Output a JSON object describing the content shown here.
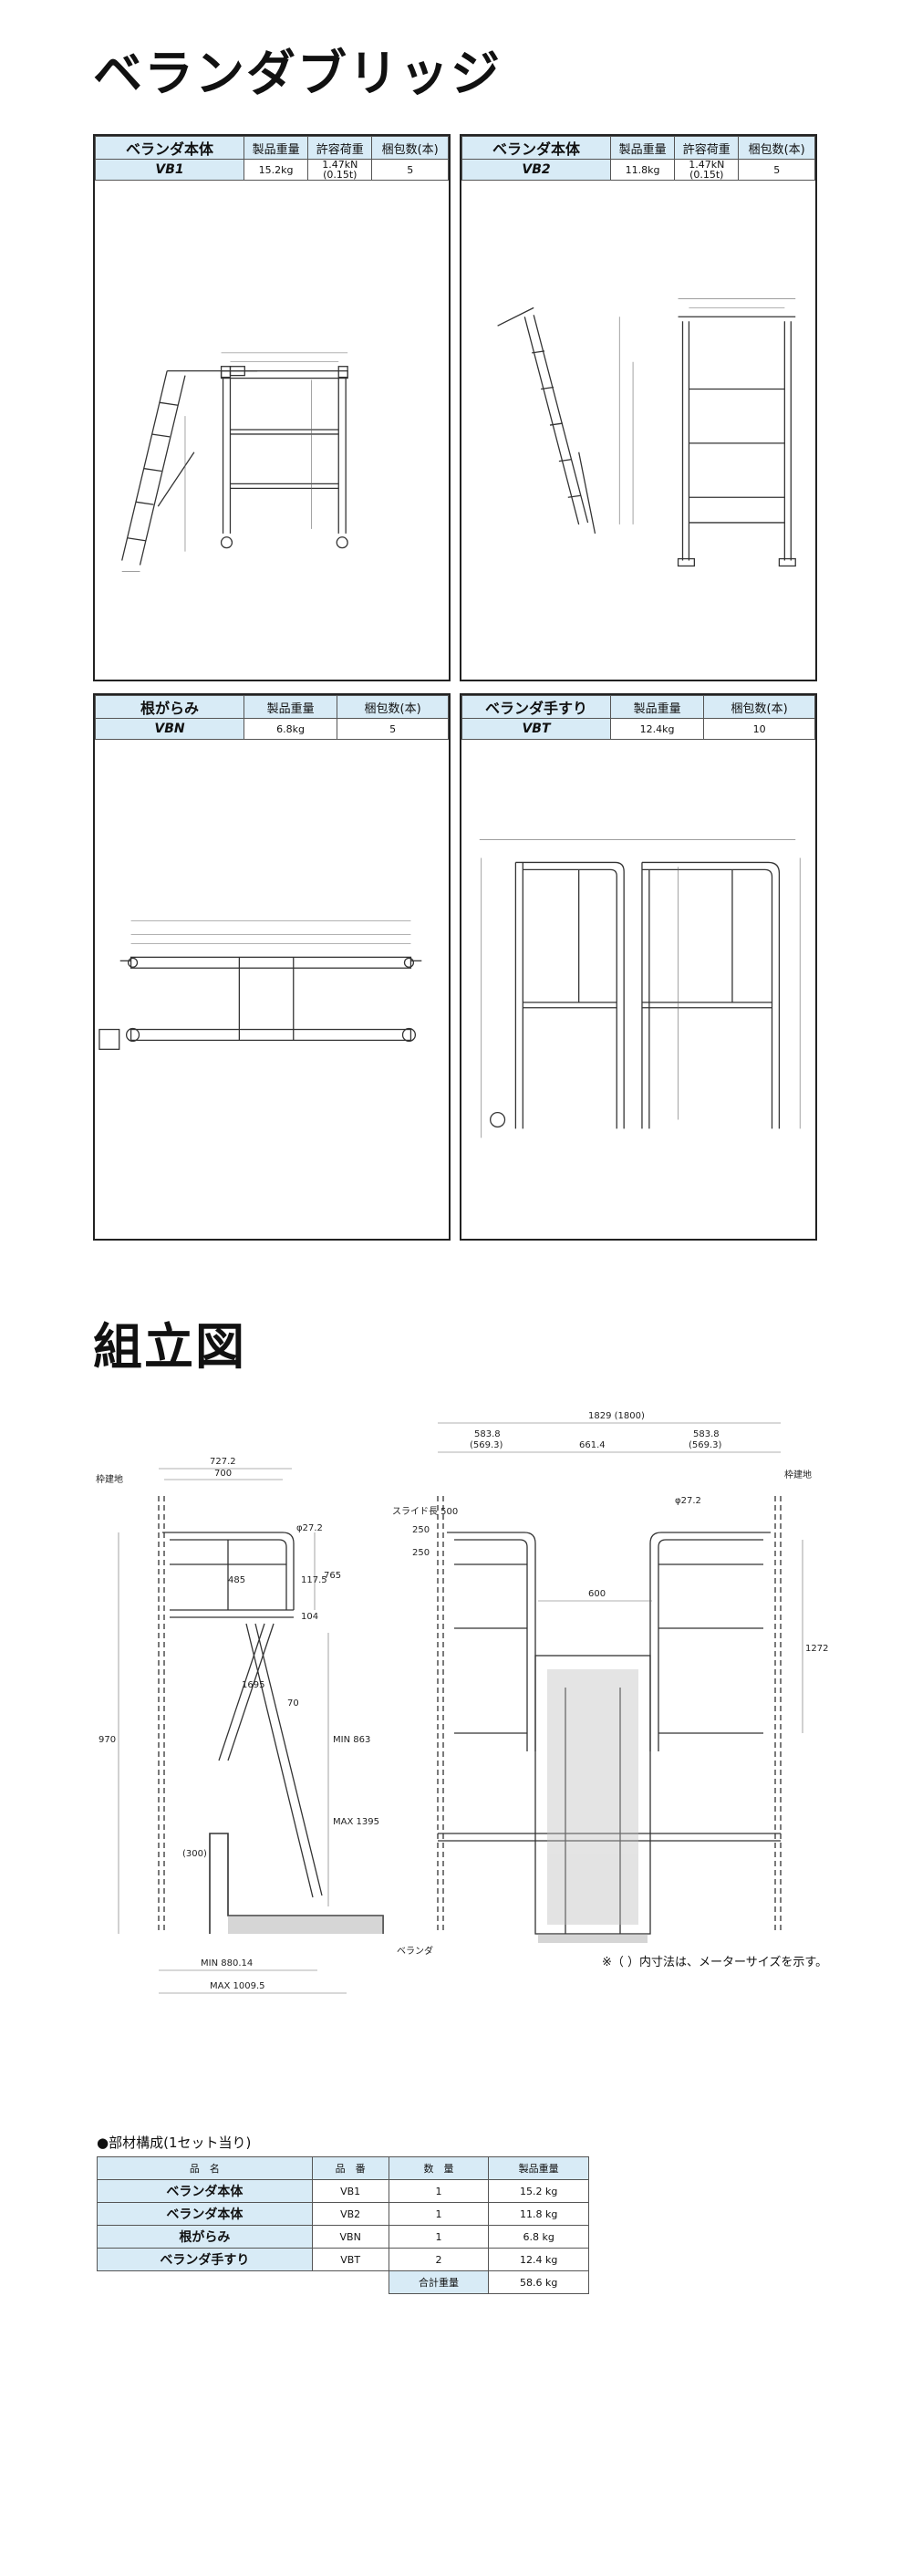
{
  "page_title": "ベランダブリッジ",
  "spec_headers": {
    "weight": "製品重量",
    "load": "許容荷重",
    "bundle": "梱包数(本)"
  },
  "panels": [
    {
      "name": "ベランダ本体",
      "code": "VB1",
      "weight": "15.2kg",
      "load": "1.47kN\n(0.15t)",
      "bundle": "5"
    },
    {
      "name": "ベランダ本体",
      "code": "VB2",
      "weight": "11.8kg",
      "load": "1.47kN\n(0.15t)",
      "bundle": "5"
    },
    {
      "name": "根がらみ",
      "code": "VBN",
      "weight": "6.8kg",
      "load": "",
      "bundle": "5"
    },
    {
      "name": "ベランダ手すり",
      "code": "VBT",
      "weight": "12.4kg",
      "load": "",
      "bundle": "10"
    }
  ],
  "assembly": {
    "title": "組立図",
    "labels": {
      "scaffold_left": "枠建地",
      "scaffold_right": "枠建地",
      "veranda": "ベランダ",
      "d727": "727.2",
      "d700": "700",
      "pipe": "φ27.2",
      "d485": "485",
      "d117": "117.5",
      "d104": "104",
      "d765": "765",
      "d970": "970",
      "d300": "(300)",
      "d70": "70",
      "d1695": "1695",
      "min863": "MIN 863",
      "max1395": "MAX 1395",
      "min880": "MIN 880.14",
      "max1009": "MAX 1009.5",
      "d1829": "1829 (1800)",
      "d583a": "583.8",
      "d569a": "(569.3)",
      "d661": "661.4",
      "d583b": "583.8",
      "d569b": "(569.3)",
      "pipe2": "φ27.2",
      "slide": "スライド長 500",
      "d250a": "250",
      "d250b": "250",
      "d600": "600",
      "d1272": "1272"
    },
    "note": "※（ ）内寸法は、メーターサイズを示す。"
  },
  "parts_table": {
    "title": "●部材構成(1セット当り)",
    "headers": [
      "品　名",
      "品　番",
      "数　量",
      "製品重量"
    ],
    "rows": [
      [
        "ベランダ本体",
        "VB1",
        "1",
        "15.2 kg"
      ],
      [
        "ベランダ本体",
        "VB2",
        "1",
        "11.8 kg"
      ],
      [
        "根がらみ",
        "VBN",
        "1",
        "6.8 kg"
      ],
      [
        "ベランダ手すり",
        "VBT",
        "2",
        "12.4 kg"
      ]
    ],
    "total_label": "合計重量",
    "total_value": "58.6 kg"
  },
  "colors": {
    "header_bg": "#d8ebf6",
    "border": "#222222"
  }
}
